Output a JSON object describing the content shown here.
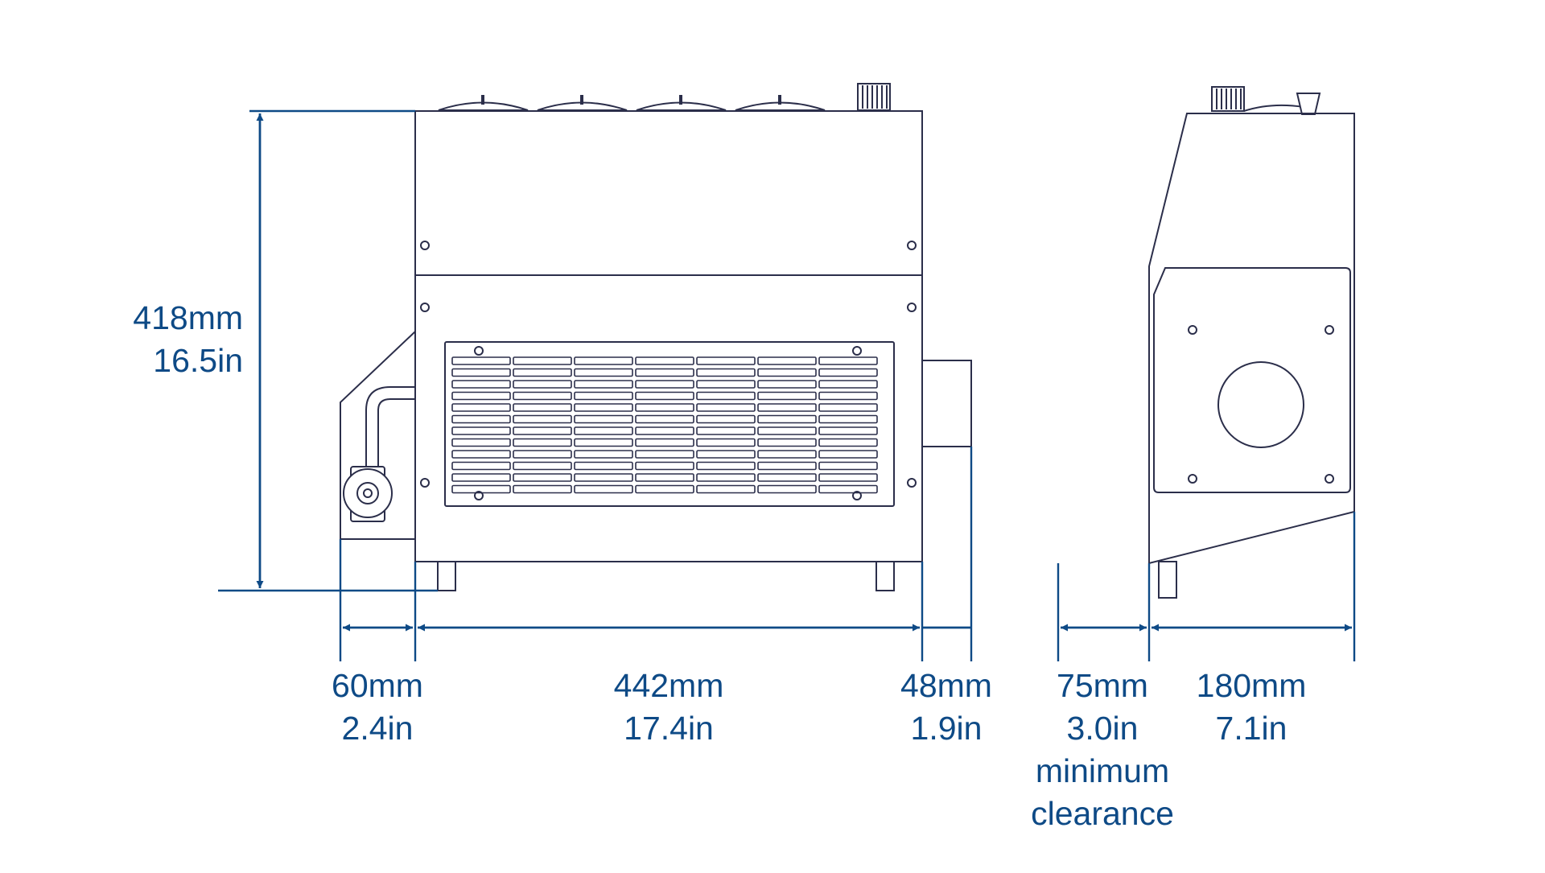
{
  "dimensions": {
    "height": {
      "mm": "418mm",
      "in": "16.5in"
    },
    "left_protrusion": {
      "mm": "60mm",
      "in": "2.4in"
    },
    "body_width": {
      "mm": "442mm",
      "in": "17.4in"
    },
    "right_protrusion": {
      "mm": "48mm",
      "in": "1.9in"
    },
    "clearance": {
      "mm": "75mm",
      "in": "3.0in",
      "note_line1": "minimum",
      "note_line2": "clearance"
    },
    "depth": {
      "mm": "180mm",
      "in": "7.1in"
    }
  },
  "colors": {
    "dimension": "#0e4a86",
    "outline": "#2b2e4a"
  }
}
